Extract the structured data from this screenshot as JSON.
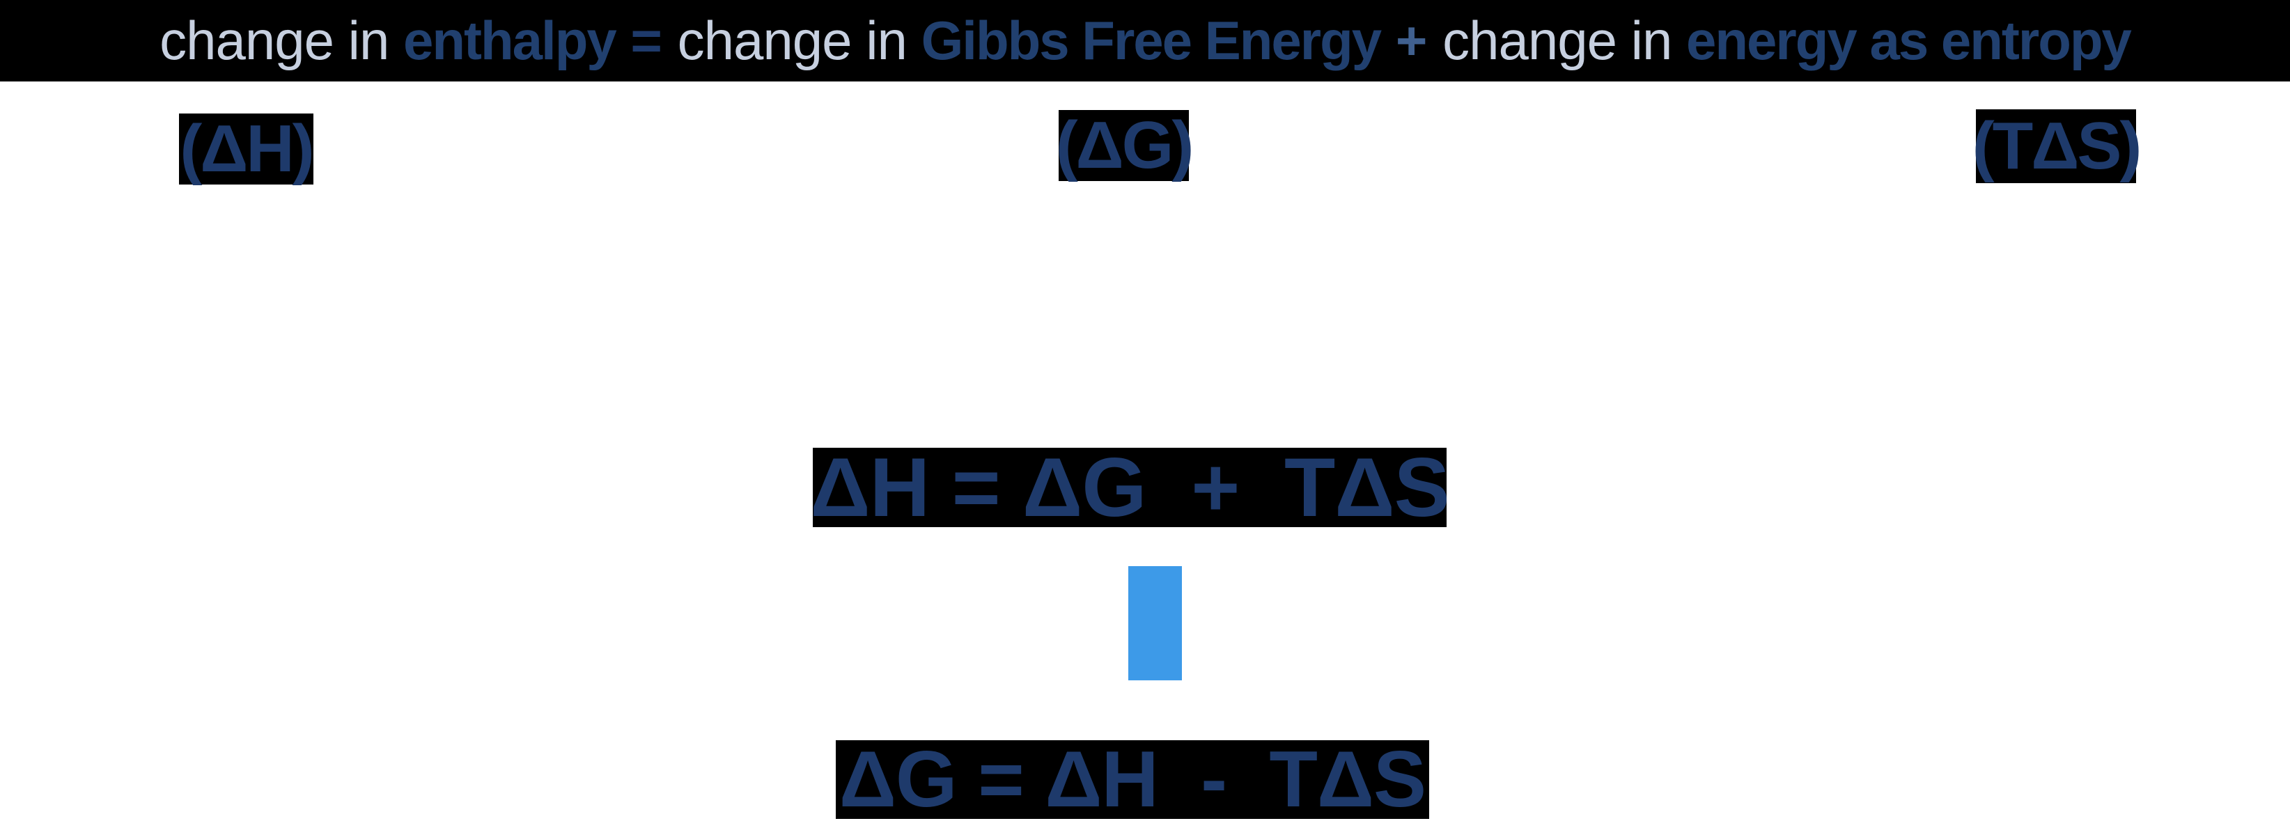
{
  "colors": {
    "highlight_background": "#000000",
    "page_background": "#ffffff",
    "light_text": "#c7d0e0",
    "navy_text": "#1e3a6b",
    "bold_term_text": "#21406f",
    "plus_sign": "#40608f",
    "marker_blue": "#3d9ae8"
  },
  "top_bar": {
    "segments": [
      {
        "text": "change in ",
        "style": "light"
      },
      {
        "text": "enthalpy",
        "style": "bold"
      },
      {
        "text": " = ",
        "style": "equals"
      },
      {
        "text": "change in ",
        "style": "light"
      },
      {
        "text": "Gibbs Free Energy",
        "style": "bold"
      },
      {
        "text": " + ",
        "style": "plus"
      },
      {
        "text": "change in ",
        "style": "light"
      },
      {
        "text": "energy as entropy",
        "style": "bold"
      }
    ]
  },
  "labels": [
    {
      "text": "(ΔH)"
    },
    {
      "text": "(ΔG)"
    },
    {
      "text": "(TΔS)"
    }
  ],
  "equations": {
    "middle": "ΔH = ΔG  +  TΔS",
    "bottom": "ΔG = ΔH  -  TΔS"
  }
}
